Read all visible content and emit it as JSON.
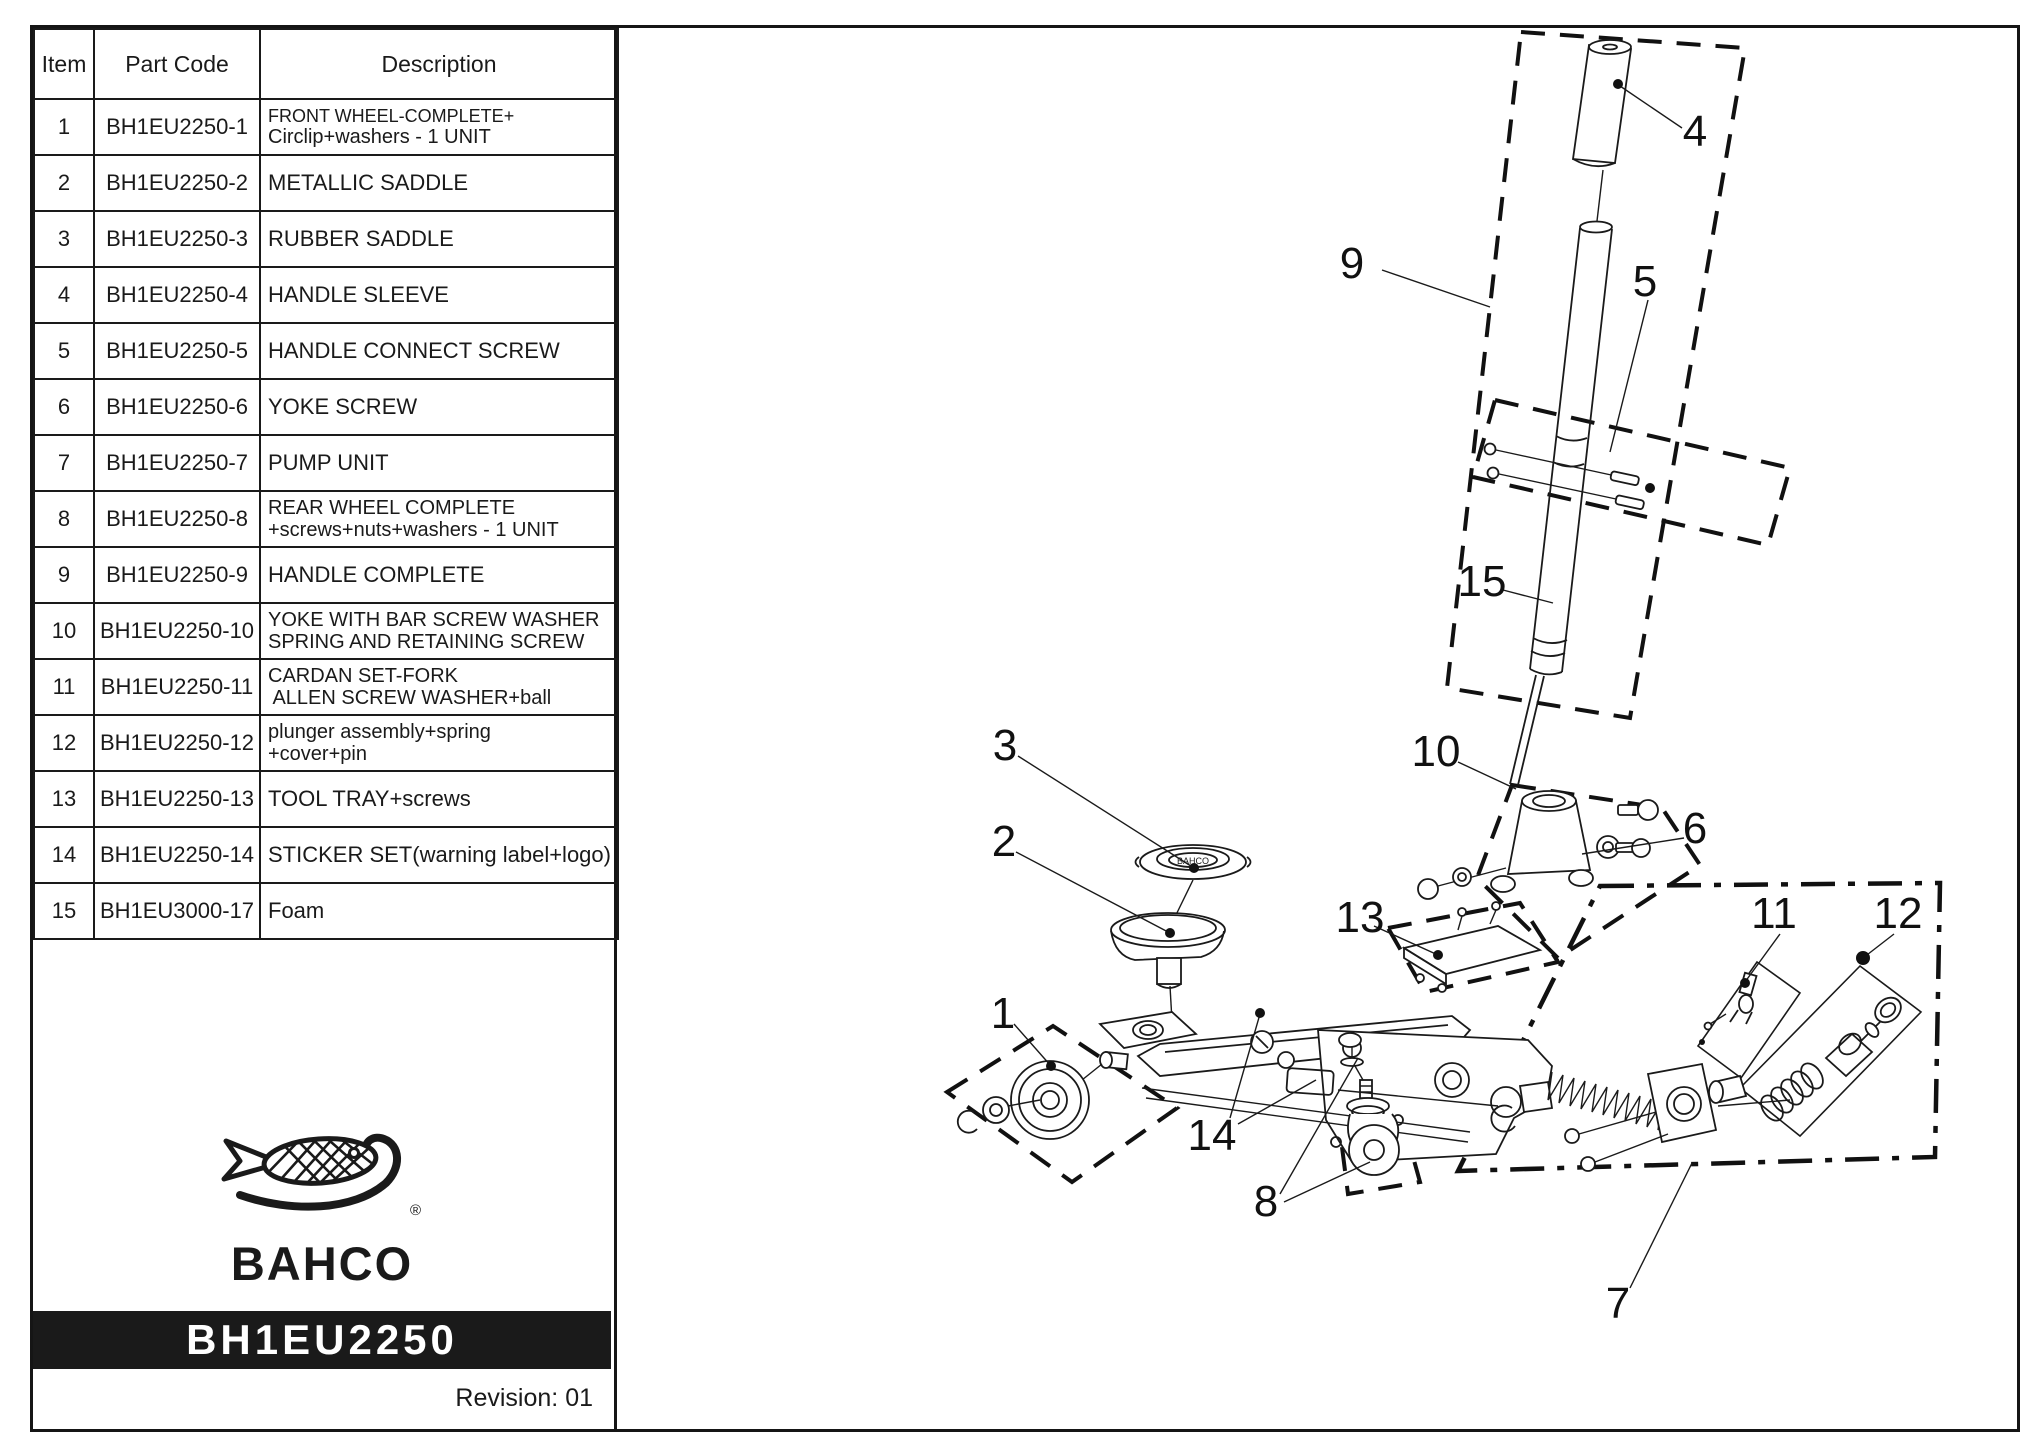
{
  "page": {
    "brand": "BAHCO",
    "registered_mark": "®",
    "code_bar": "BH1EU2250",
    "revision": "Revision: 01"
  },
  "table": {
    "headers": [
      "Item",
      "Part Code",
      "Description"
    ],
    "rows": [
      {
        "item": "1",
        "code": "BH1EU2250-1",
        "d1": "FRONT WHEEL-COMPLETE+",
        "d2": "Circlip+washers - 1 UNIT"
      },
      {
        "item": "2",
        "code": "BH1EU2250-2",
        "d1": "METALLIC SADDLE",
        "d2": ""
      },
      {
        "item": "3",
        "code": "BH1EU2250-3",
        "d1": "RUBBER SADDLE",
        "d2": ""
      },
      {
        "item": "4",
        "code": "BH1EU2250-4",
        "d1": "HANDLE SLEEVE",
        "d2": ""
      },
      {
        "item": "5",
        "code": "BH1EU2250-5",
        "d1": "HANDLE CONNECT SCREW",
        "d2": ""
      },
      {
        "item": "6",
        "code": "BH1EU2250-6",
        "d1": "YOKE SCREW",
        "d2": ""
      },
      {
        "item": "7",
        "code": "BH1EU2250-7",
        "d1": "PUMP UNIT",
        "d2": ""
      },
      {
        "item": "8",
        "code": "BH1EU2250-8",
        "d1": "REAR WHEEL COMPLETE",
        "d2": "+screws+nuts+washers - 1 UNIT"
      },
      {
        "item": "9",
        "code": "BH1EU2250-9",
        "d1": "HANDLE COMPLETE",
        "d2": ""
      },
      {
        "item": "10",
        "code": "BH1EU2250-10",
        "d1": "YOKE WITH BAR SCREW WASHER",
        "d2": "SPRING AND RETAINING SCREW"
      },
      {
        "item": "11",
        "code": "BH1EU2250-11",
        "d1": "CARDAN SET-FORK",
        "d2": " ALLEN SCREW WASHER+ball"
      },
      {
        "item": "12",
        "code": "BH1EU2250-12",
        "d1": "plunger assembly+spring",
        "d2": "+cover+pin"
      },
      {
        "item": "13",
        "code": "BH1EU2250-13",
        "d1": "TOOL TRAY+screws",
        "d2": ""
      },
      {
        "item": "14",
        "code": "BH1EU2250-14",
        "d1": "STICKER SET(warning label+logo)",
        "d2": ""
      },
      {
        "item": "15",
        "code": "BH1EU3000-17",
        "d1": "Foam",
        "d2": ""
      }
    ]
  },
  "diagram": {
    "saddle_text": "BAHCO",
    "callouts": {
      "c1": "1",
      "c2": "2",
      "c3": "3",
      "c4": "4",
      "c5": "5",
      "c6": "6",
      "c7": "7",
      "c8": "8",
      "c9": "9",
      "c10": "10",
      "c11": "11",
      "c12": "12",
      "c13": "13",
      "c14": "14",
      "c15": "15"
    }
  }
}
